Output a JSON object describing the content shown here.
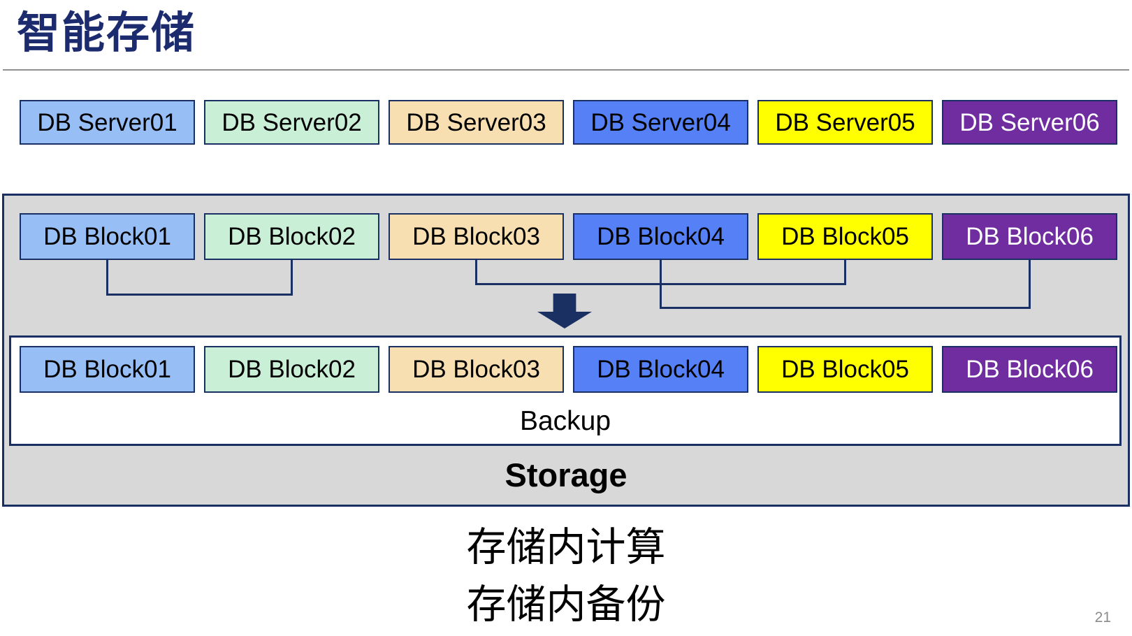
{
  "slide": {
    "title": "智能存储",
    "backup_label": "Backup",
    "storage_label": "Storage",
    "caption_line1": "存储内计算",
    "caption_line2": "存储内备份",
    "page_number": "21"
  },
  "servers": [
    "DB Server01",
    "DB Server02",
    "DB Server03",
    "DB Server04",
    "DB Server05",
    "DB Server06"
  ],
  "blocks_top": [
    "DB Block01",
    "DB Block02",
    "DB Block03",
    "DB Block04",
    "DB Block05",
    "DB Block06"
  ],
  "blocks_backup": [
    "DB Block01",
    "DB Block02",
    "DB Block03",
    "DB Block04",
    "DB Block05",
    "DB Block06"
  ],
  "palette": {
    "column_fills": [
      "#98BEF6",
      "#C9EFD7",
      "#F8DFB2",
      "#5680F5",
      "#FFFF00",
      "#6F2DA0"
    ],
    "column_text": [
      "#000000",
      "#000000",
      "#000000",
      "#000000",
      "#000000",
      "#FFFFFF"
    ],
    "css_vars": {
      "navy": "#1A3063",
      "title-color": "#1C2B6E",
      "container-bg": "#D8D8D8",
      "rule-color": "#909090",
      "page-num-color": "#8C8C8C"
    }
  }
}
